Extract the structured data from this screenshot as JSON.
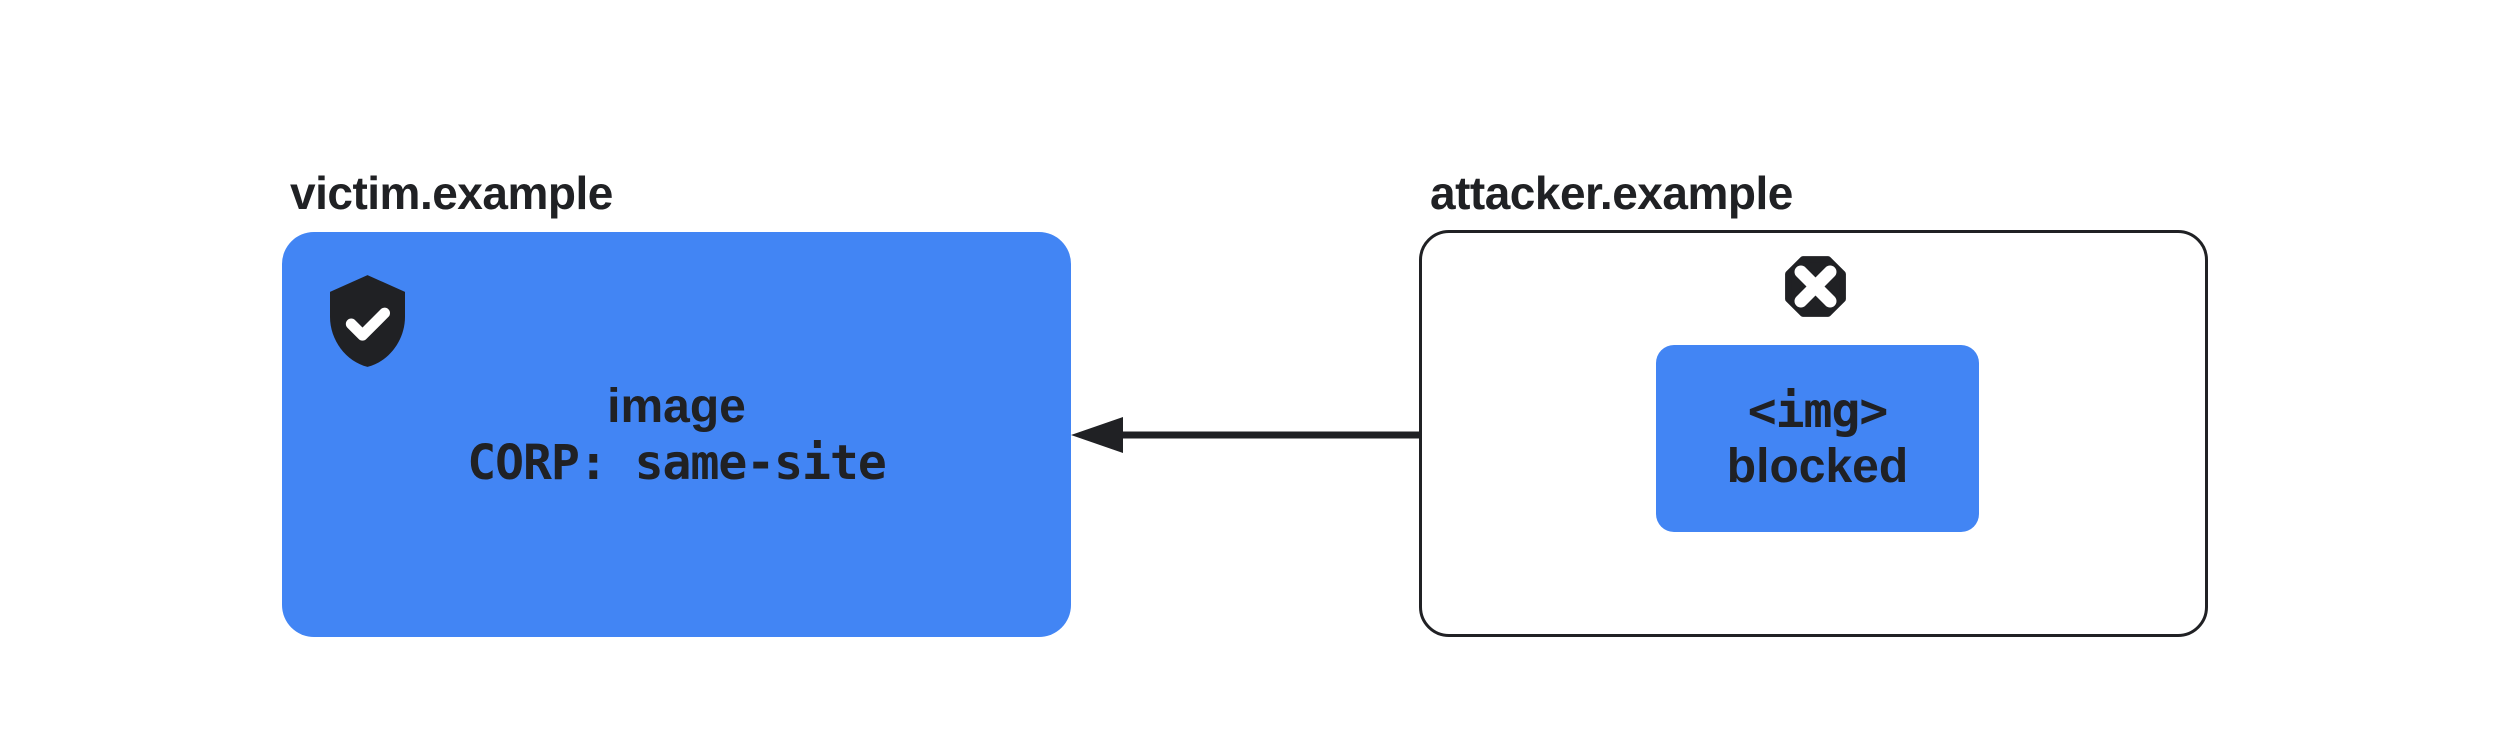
{
  "colors": {
    "accent_blue": "#4285F4",
    "ink": "#202124",
    "background": "#ffffff",
    "icon_foreground": "#ffffff"
  },
  "victim": {
    "domain_label": "victim.example",
    "icon": "shield-check-icon",
    "resource": {
      "line1": "image",
      "line2": "CORP: same-site"
    }
  },
  "attacker": {
    "domain_label": "attacker.example",
    "icon": "blocked-octagon-icon",
    "request": {
      "line1": "<img>",
      "line2": "blocked"
    }
  },
  "arrow": {
    "direction": "right-to-left",
    "from": "attacker.example",
    "to": "victim.example"
  }
}
